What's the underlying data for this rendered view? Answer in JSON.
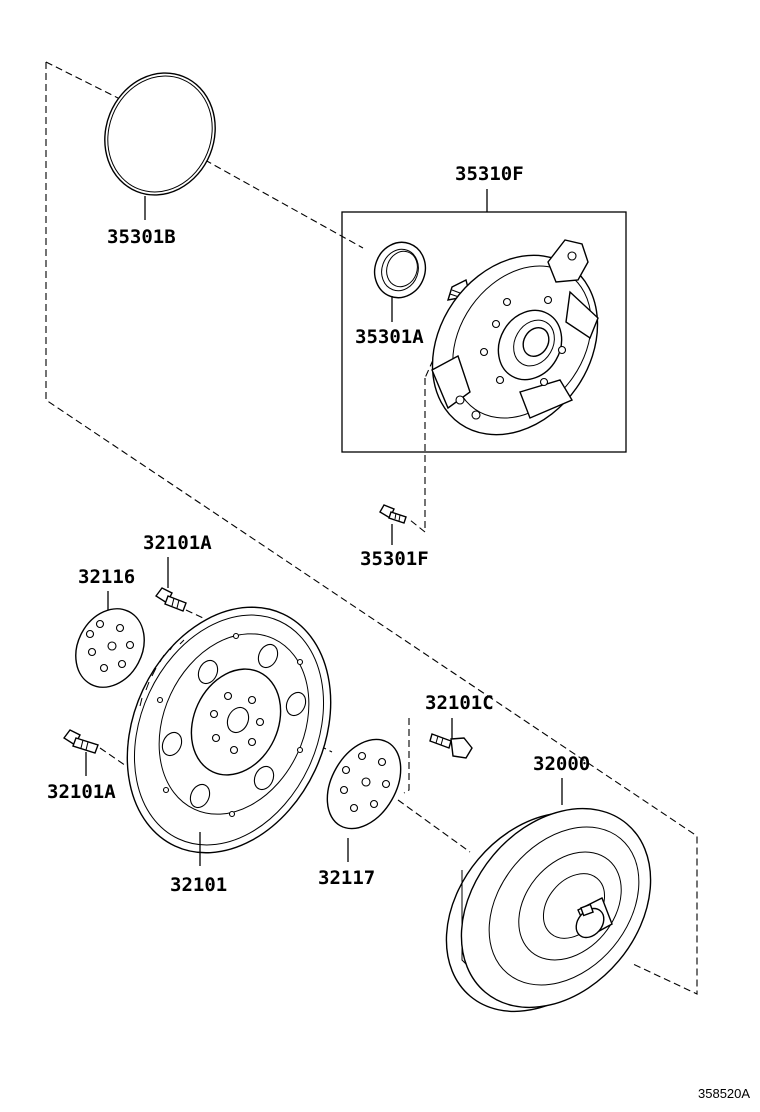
{
  "diagram": {
    "reference_code": "358520A",
    "parts": {
      "p35301B": "35301B",
      "p35310F": "35310F",
      "p35301A": "35301A",
      "p35301F": "35301F",
      "p32101A_top": "32101A",
      "p32116": "32116",
      "p32101C": "32101C",
      "p32000": "32000",
      "p32101A_left": "32101A",
      "p32117": "32117",
      "p32101": "32101"
    },
    "colors": {
      "line": "#000000",
      "background": "#ffffff"
    }
  }
}
